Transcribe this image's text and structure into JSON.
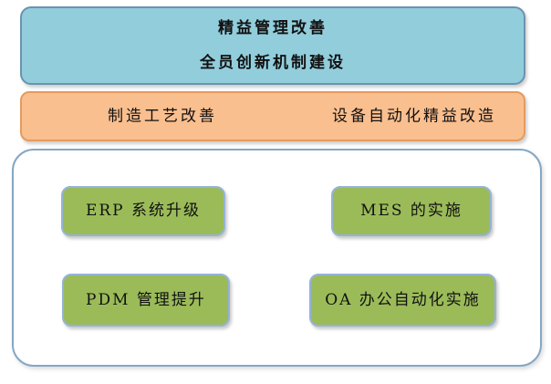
{
  "diagram": {
    "top_box": {
      "line1": "精益管理改善",
      "line2": "全员创新机制建设",
      "fill": "#92CDDC",
      "border": "#6B93AE"
    },
    "process_bar": {
      "left_label": "制造工艺改善",
      "right_label": "设备自动化精益改造",
      "fill": "#FABF8F",
      "border": "#E39B5F"
    },
    "it_panel": {
      "fill": "#FFFFFF",
      "border": "#84A7C4",
      "item_fill": "#9BBB59",
      "item_border": "#95B3D7",
      "items": [
        {
          "label": "ERP 系统升级"
        },
        {
          "label": "MES 的实施"
        },
        {
          "label": "PDM 管理提升"
        },
        {
          "label": "OA 办公自动化实施"
        }
      ]
    },
    "text_color": "#111111",
    "background": "#FFFFFF"
  }
}
